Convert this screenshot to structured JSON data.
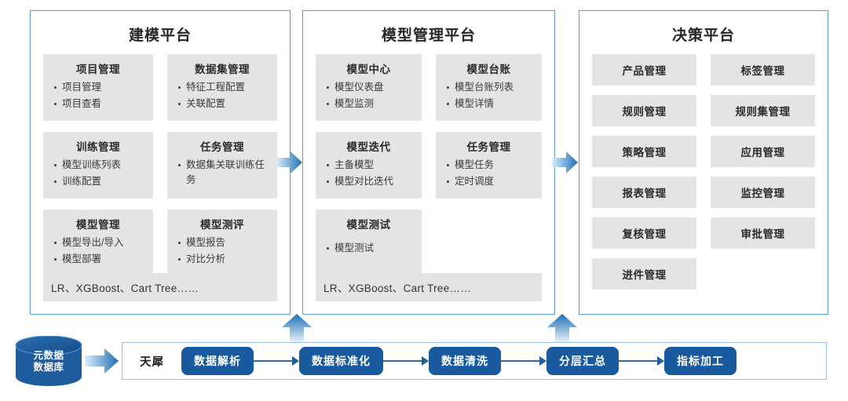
{
  "panels": [
    {
      "id": "modeling",
      "title": "建模平台",
      "rows": [
        [
          {
            "title": "项目管理",
            "items": [
              "项目管理",
              "项目查看"
            ]
          },
          {
            "title": "数据集管理",
            "items": [
              "特征工程配置",
              "关联配置"
            ]
          }
        ],
        [
          {
            "title": "训练管理",
            "items": [
              "模型训练列表",
              "训练配置"
            ]
          },
          {
            "title": "任务管理",
            "items": [
              "数据集关联训练任务"
            ]
          }
        ],
        [
          {
            "title": "模型管理",
            "items": [
              "模型导出/导入",
              "模型部署"
            ]
          },
          {
            "title": "模型测评",
            "items": [
              "模型报告",
              "对比分析"
            ]
          }
        ]
      ],
      "algo_strip": "LR、XGBoost、Cart Tree……"
    },
    {
      "id": "mgmt",
      "title": "模型管理平台",
      "rows": [
        [
          {
            "title": "模型中心",
            "items": [
              "模型仪表盘",
              "模型监测"
            ]
          },
          {
            "title": "模型台账",
            "items": [
              "模型台账列表",
              "模型详情"
            ]
          }
        ],
        [
          {
            "title": "模型迭代",
            "items": [
              "主备模型",
              "模型对比迭代"
            ]
          },
          {
            "title": "任务管理",
            "items": [
              "模型任务",
              "定时调度"
            ]
          }
        ],
        [
          {
            "title": "模型测试",
            "items": [
              "模型测试"
            ]
          },
          {
            "title": "",
            "items": []
          }
        ]
      ],
      "algo_strip": "LR、XGBoost、Cart Tree……"
    }
  ],
  "decision_panel": {
    "id": "decision",
    "title": "决策平台",
    "tile_rows": [
      [
        "产品管理",
        "标签管理"
      ],
      [
        "规则管理",
        "规则集管理"
      ],
      [
        "策略管理",
        "应用管理"
      ],
      [
        "报表管理",
        "监控管理"
      ],
      [
        "复核管理",
        "审批管理"
      ],
      [
        "进件管理",
        ""
      ]
    ]
  },
  "pipeline": {
    "label": "天犀",
    "stages": [
      "数据解析",
      "数据标准化",
      "数据清洗",
      "分层汇总",
      "指标加工"
    ]
  },
  "database": {
    "line1": "元数据",
    "line2": "数据库"
  },
  "colors": {
    "panel_border": "#5b9bd5",
    "card_bg": "#e4e4e4",
    "stage_blue": "#185a9d",
    "cylinder_blue": "#1f5c9e",
    "arrow_dark": "#1f6fb4",
    "arrow_light": "#d7ecfb"
  },
  "icons": {
    "flow_arrow_right": "arrow-right-icon",
    "flow_arrow_up": "arrow-up-icon",
    "database": "database-cylinder-icon"
  }
}
